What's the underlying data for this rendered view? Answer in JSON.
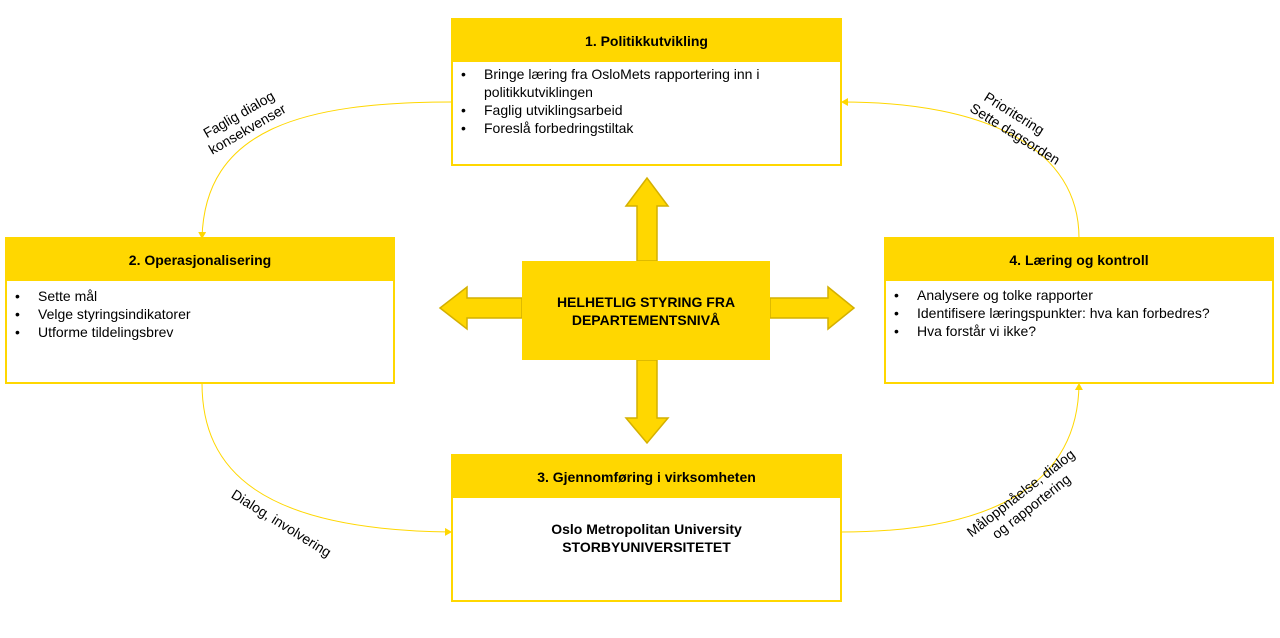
{
  "center": {
    "line1": "HELHETLIG STYRING FRA",
    "line2": "DEPARTEMENTSNIVÅ"
  },
  "box1": {
    "title": "1. Politikkutvikling",
    "items": [
      "Bringe læring fra OsloMets rapportering inn i",
      "politikkutviklingen",
      "Faglig utviklingsarbeid",
      "Foreslå forbedringstiltak"
    ]
  },
  "box2": {
    "title": "2. Operasjonalisering",
    "items": [
      "Sette mål",
      "Velge styringsindikatorer",
      "Utforme tildelingsbrev"
    ]
  },
  "box3": {
    "title": "3. Gjennomføring i virksomheten",
    "line1": "Oslo Metropolitan University",
    "line2": "STORBYUNIVERSITETET"
  },
  "box4": {
    "title": "4. Læring og kontroll",
    "items": [
      "Analysere og tolke rapporter",
      "Identifisere læringspunkter: hva kan forbedres?",
      "Hva forstår vi ikke?"
    ]
  },
  "labels": {
    "top_left_1": "Faglig dialog",
    "top_left_2": "konsekvenser",
    "top_right_1": "Prioritering",
    "top_right_2": "Sette dagsorden",
    "bottom_left": "Dialog, involvering",
    "bottom_right_1": "Måloppnåelse, dialog",
    "bottom_right_2": "og rapportering"
  },
  "colors": {
    "accent": "#FFD700",
    "arrow_stroke": "#E6C200"
  }
}
